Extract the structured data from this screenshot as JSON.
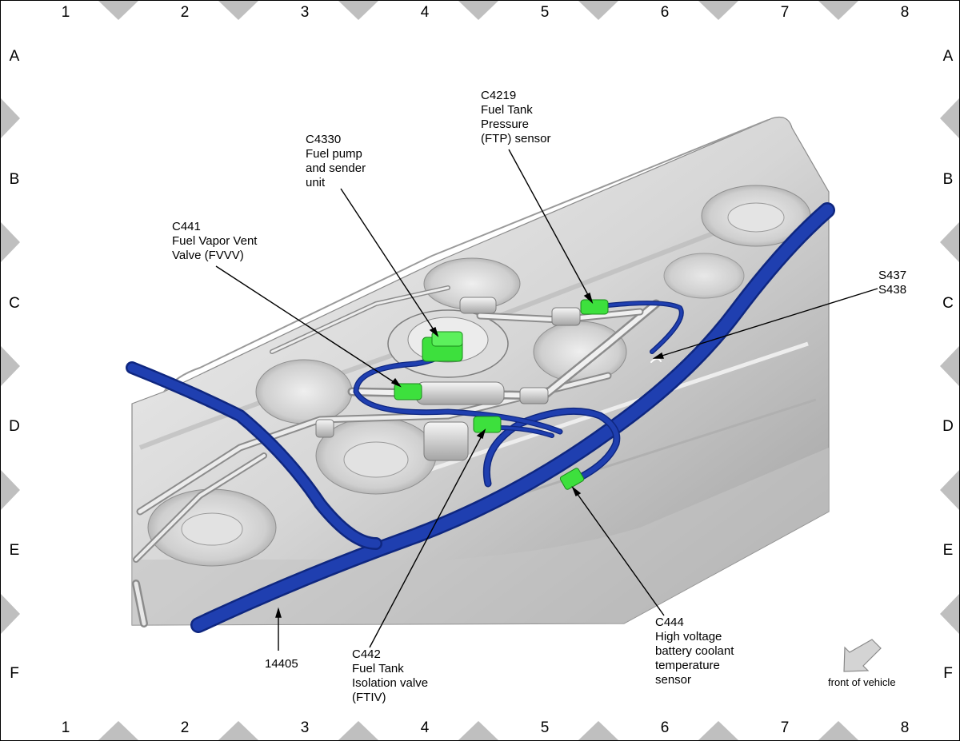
{
  "grid": {
    "columns": [
      "1",
      "2",
      "3",
      "4",
      "5",
      "6",
      "7",
      "8"
    ],
    "rows": [
      "A",
      "B",
      "C",
      "D",
      "E",
      "F"
    ]
  },
  "callouts": {
    "c4219": "C4219\nFuel Tank\nPressure\n(FTP) sensor",
    "c4330": "C4330\nFuel pump\nand sender\nunit",
    "c441": "C441\nFuel Vapor Vent\nValve (FVVV)",
    "s437_s438": "S437\nS438",
    "harness_14405": "14405",
    "c442": "C442\nFuel Tank\nIsolation valve\n(FTIV)",
    "c444": "C444\nHigh voltage\nbattery coolant\ntemperature\nsensor"
  },
  "front_of_vehicle": {
    "label": "front of vehicle",
    "icon": "arrow-down-left-icon"
  },
  "colors": {
    "harness": "#1f3fb0",
    "harness_dark": "#0f2780",
    "connector": "#3de03d",
    "tank": "#d9d9d9",
    "tank_shadow": "#a8a8a8",
    "triangle": "#bfbfbf"
  }
}
